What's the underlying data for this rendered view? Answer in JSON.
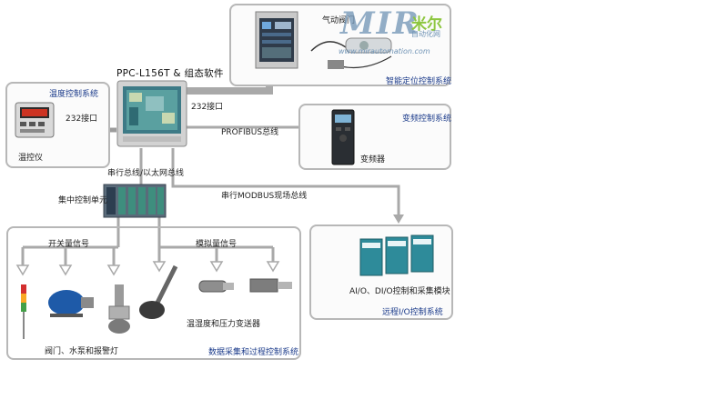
{
  "center": {
    "title": "PPC-L156T & 组态软件"
  },
  "links": {
    "rs232_left": "232接口",
    "rs232_right": "232接口",
    "profibus": "PROFIBUS总线",
    "serial_ethernet": "串行总线/以太网总线",
    "modbus": "串行MODBUS现场总线"
  },
  "boxes": {
    "temperature": {
      "title": "温度控制系统",
      "device": "温控仪"
    },
    "positioner": {
      "title": "智能定位控制系统",
      "device": "气动阀门"
    },
    "inverter": {
      "title": "变频控制系统",
      "device": "变频器"
    },
    "remote_io": {
      "title": "远程I/O控制系统",
      "device": "AI/O、DI/O控制和采集模块"
    },
    "data": {
      "title": "数据采集和过程控制系统",
      "digital_signal": "开关量信号",
      "analog_signal": "模拟量信号",
      "actuators": "阀门、水泵和报警灯",
      "sensors": "温湿度和压力变送器"
    }
  },
  "central_unit": "集中控制单元",
  "watermark": {
    "brand": "MIR",
    "cn": "米尔",
    "sub": "自动化网",
    "url": "www.mirautomation.com"
  }
}
